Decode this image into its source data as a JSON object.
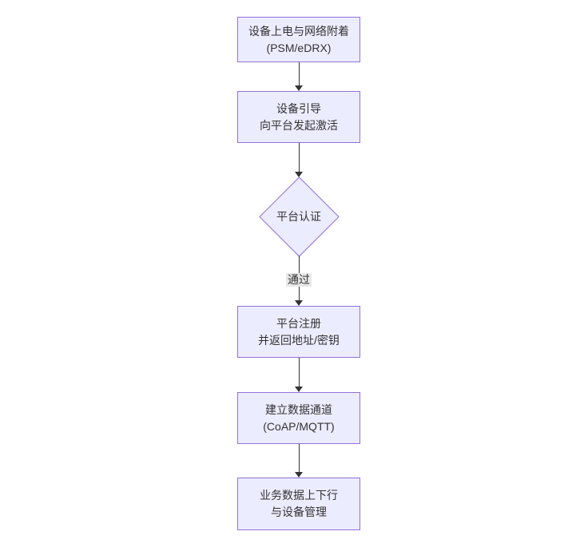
{
  "diagram": {
    "type": "flowchart",
    "direction": "top-down",
    "colors": {
      "node_fill": "#ECECFF",
      "node_border": "#9370DB",
      "arrow": "#333333",
      "edge_label_bg": "#e8e8e8",
      "text": "#333333",
      "canvas_bg": "#ffffff"
    },
    "nodes": [
      {
        "id": "power-attach",
        "shape": "rect",
        "lines": [
          "设备上电与网络附着",
          "(PSM/eDRX)"
        ]
      },
      {
        "id": "bootstrap",
        "shape": "rect",
        "lines": [
          "设备引导",
          "向平台发起激活"
        ]
      },
      {
        "id": "auth-decision",
        "shape": "diamond",
        "lines": [
          "平台认证"
        ]
      },
      {
        "id": "register",
        "shape": "rect",
        "lines": [
          "平台注册",
          "并返回地址/密钥"
        ]
      },
      {
        "id": "data-channel",
        "shape": "rect",
        "lines": [
          "建立数据通道",
          "(CoAP/MQTT)"
        ]
      },
      {
        "id": "business-mgmt",
        "shape": "rect",
        "lines": [
          "业务数据上下行",
          "与设备管理"
        ]
      }
    ],
    "edges": [
      {
        "from": "power-attach",
        "to": "bootstrap",
        "label": ""
      },
      {
        "from": "bootstrap",
        "to": "auth-decision",
        "label": ""
      },
      {
        "from": "auth-decision",
        "to": "register",
        "label": "通过"
      },
      {
        "from": "register",
        "to": "data-channel",
        "label": ""
      },
      {
        "from": "data-channel",
        "to": "business-mgmt",
        "label": ""
      }
    ]
  }
}
